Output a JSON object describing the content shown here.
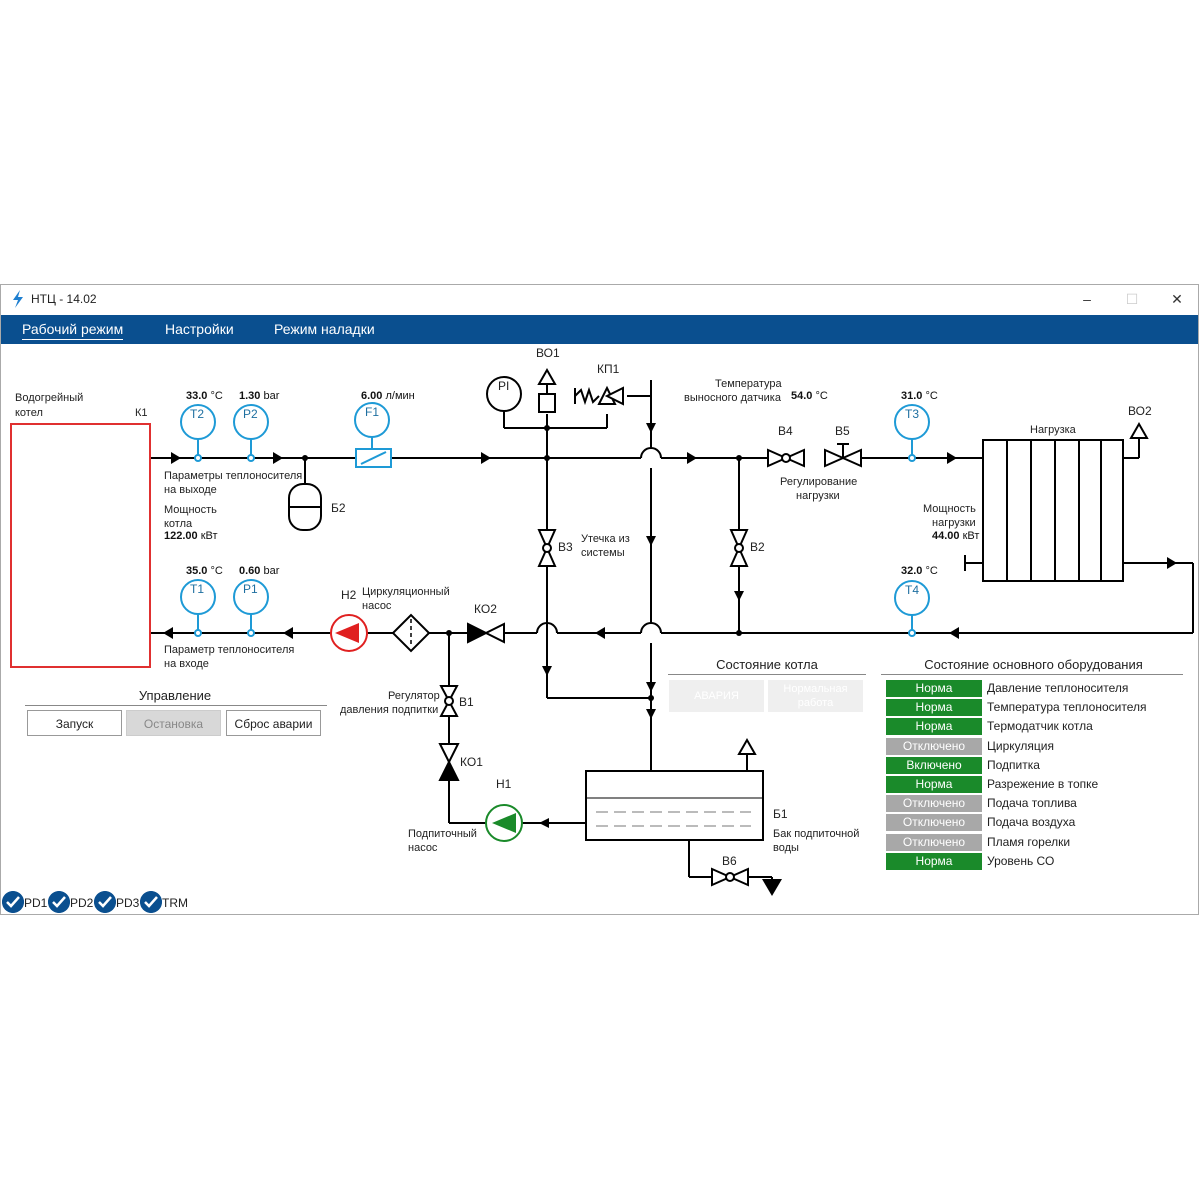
{
  "window": {
    "title": "НТЦ - 14.02"
  },
  "menu": [
    {
      "label": "Рабочий режим"
    },
    {
      "label": "Настройки"
    },
    {
      "label": "Режим наладки"
    }
  ],
  "boiler": {
    "label": "Водогрейный котел",
    "label_line1": "Водогрейный",
    "label_line2": "котел",
    "id": "К1"
  },
  "sensors": {
    "T2": {
      "id": "T2",
      "value": "33.0",
      "unit": "°C"
    },
    "P2": {
      "id": "P2",
      "value": "1.30",
      "unit": "bar"
    },
    "F1": {
      "id": "F1",
      "value": "6.00",
      "unit": "л/мин"
    },
    "T1": {
      "id": "T1",
      "value": "35.0",
      "unit": "°C"
    },
    "P1": {
      "id": "P1",
      "value": "0.60",
      "unit": "bar"
    },
    "T3": {
      "id": "T3",
      "value": "31.0",
      "unit": "°C"
    },
    "T4": {
      "id": "T4",
      "value": "32.0",
      "unit": "°C"
    },
    "PI": {
      "id": "PI"
    },
    "remote_temp": {
      "label_line1": "Температура",
      "label_line2": "выносного датчика",
      "value": "54.0",
      "unit": "°C"
    }
  },
  "labels": {
    "out_params_1": "Параметры теплоносителя",
    "out_params_2": "на выходе",
    "power_1": "Мощность",
    "power_2": "котла",
    "power_value": "122.00",
    "power_unit": "кВт",
    "in_params_1": "Параметр теплоносителя",
    "in_params_2": "на входе",
    "b2": "Б2",
    "vo1": "ВО1",
    "kp1": "КП1",
    "vo2": "ВО2",
    "b3": "В3",
    "leak_1": "Утечка из",
    "leak_2": "системы",
    "b4": "В4",
    "b5": "В5",
    "load_reg_1": "Регулирование",
    "load_reg_2": "нагрузки",
    "b2v": "В2",
    "load": "Нагрузка",
    "load_power_1": "Мощность",
    "load_power_2": "нагрузки",
    "load_power_value": "44.00",
    "load_power_unit": "кВт",
    "h2": "Н2",
    "circ_1": "Циркуляционный",
    "circ_2": "насос",
    "ko2": "КО2",
    "reg_1": "Регулятор",
    "reg_2": "давления подпитки",
    "b1v": "В1",
    "ko1": "КО1",
    "h1": "Н1",
    "feed_1": "Подпиточный",
    "feed_2": "насос",
    "b1": "Б1",
    "tank_1": "Бак подпиточной",
    "tank_2": "воды",
    "b6": "В6"
  },
  "control": {
    "title": "Управление",
    "start": "Запуск",
    "stop": "Остановка",
    "reset": "Сброс аварии"
  },
  "boiler_state": {
    "title": "Состояние котла",
    "alarm": "АВАРИЯ",
    "normal_1": "Нормальная",
    "normal_2": "работа"
  },
  "equipment": {
    "title": "Состояние основного оборудования",
    "rows": [
      {
        "state": "Норма",
        "label": "Давление теплоносителя",
        "color": "#1a8a2a"
      },
      {
        "state": "Норма",
        "label": "Температура теплоносителя",
        "color": "#1a8a2a"
      },
      {
        "state": "Норма",
        "label": "Термодатчик котла",
        "color": "#1a8a2a"
      },
      {
        "state": "Отключено",
        "label": "Циркуляция",
        "color": "#a8a8a8"
      },
      {
        "state": "Включено",
        "label": "Подпитка",
        "color": "#1a8a2a"
      },
      {
        "state": "Норма",
        "label": "Разрежение в топке",
        "color": "#1a8a2a"
      },
      {
        "state": "Отключено",
        "label": "Подача топлива",
        "color": "#a8a8a8"
      },
      {
        "state": "Отключено",
        "label": "Подача воздуха",
        "color": "#a8a8a8"
      },
      {
        "state": "Отключено",
        "label": "Пламя горелки",
        "color": "#a8a8a8"
      },
      {
        "state": "Норма",
        "label": "Уровень СО",
        "color": "#1a8a2a"
      }
    ]
  },
  "status_bar": [
    "PD1",
    "PD2",
    "PD3",
    "TRM"
  ],
  "colors": {
    "accent": "#0a4f8f",
    "sensor": "#1e9ad6",
    "alarm_pump": "#e02020",
    "ok_pump": "#1a8a2a",
    "ok": "#1a8a2a",
    "off": "#a8a8a8"
  }
}
